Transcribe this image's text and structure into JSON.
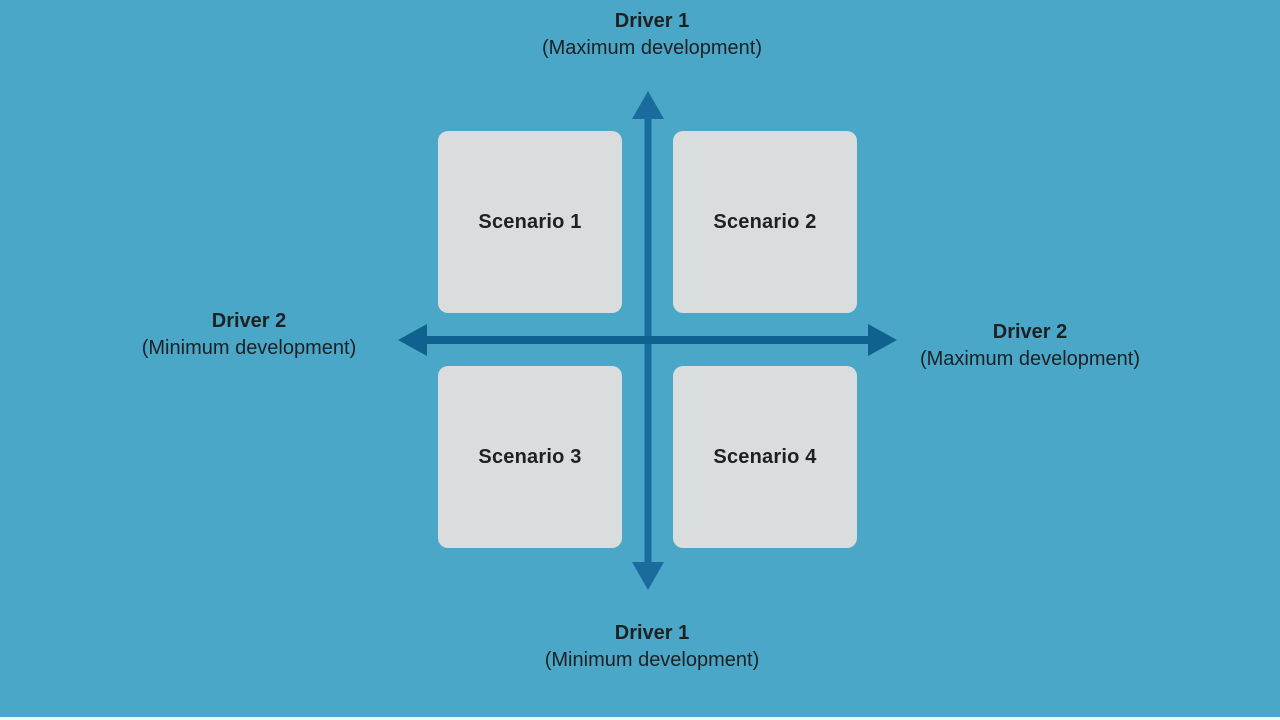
{
  "colors": {
    "background": "#4aa7c7",
    "axis-v": "#1a6c9d",
    "axis-h": "#0f6190",
    "box": "#d9dddd",
    "text": "#1e2124",
    "strip": "#f2f5f6"
  },
  "axes": {
    "top": {
      "line1": "Driver 1",
      "line2": "(Maximum development)"
    },
    "bottom": {
      "line1": "Driver 1",
      "line2": "(Minimum development)"
    },
    "left": {
      "line1": "Driver 2",
      "line2": "(Minimum development)"
    },
    "right": {
      "line1": "Driver 2",
      "line2": "(Maximum development)"
    }
  },
  "quadrants": [
    {
      "label": "Scenario 1"
    },
    {
      "label": "Scenario 2"
    },
    {
      "label": "Scenario 3"
    },
    {
      "label": "Scenario 4"
    }
  ]
}
